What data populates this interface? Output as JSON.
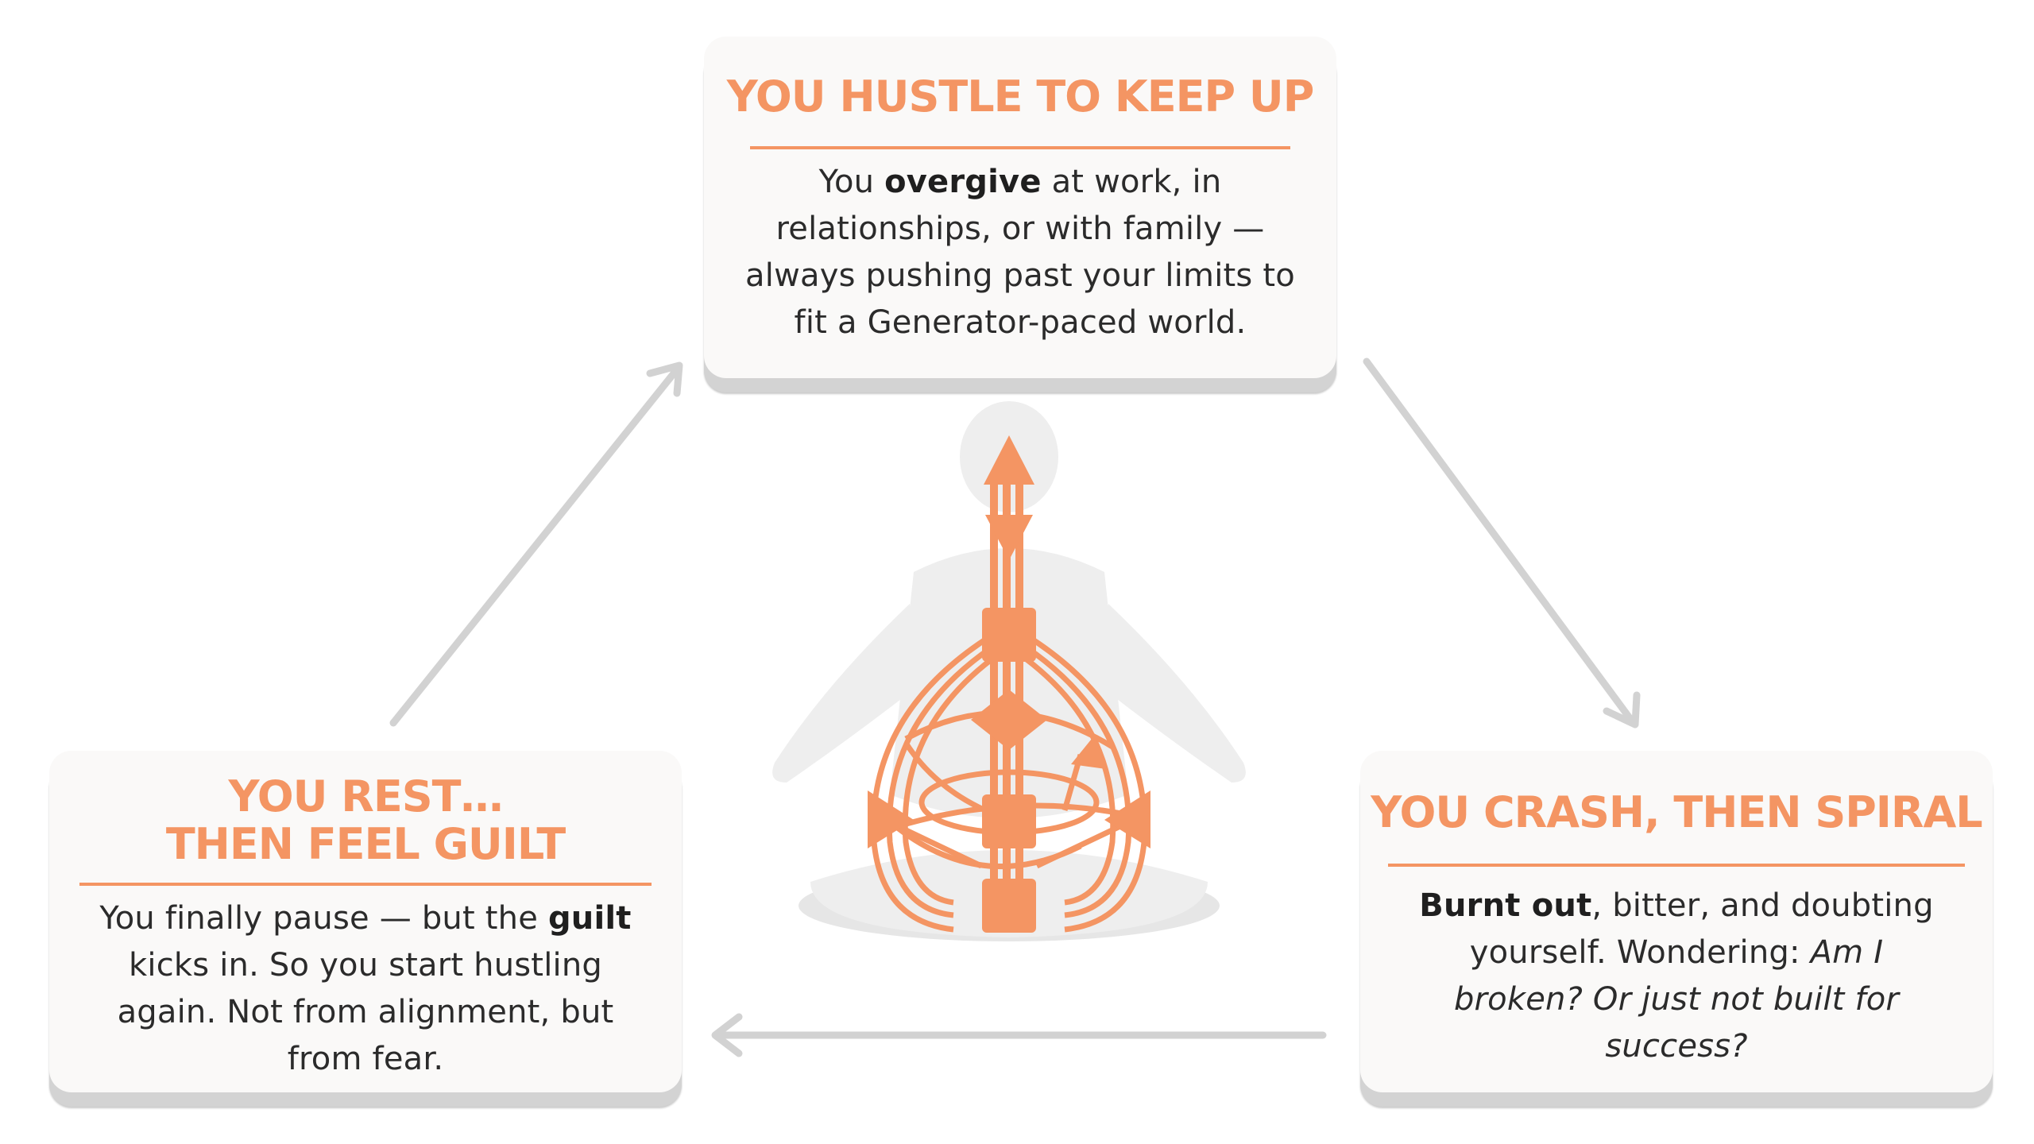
{
  "colors": {
    "accent": "#f49563",
    "card_bg": "#faf9f8",
    "arrow": "#d2d2d2",
    "text": "#2b2b2b",
    "silhouette": "#ededed"
  },
  "cards": {
    "top": {
      "title": "YOU HUSTLE TO KEEP UP",
      "body_pre": "You ",
      "body_bold": "overgive",
      "body_post": " at work, in relationships, or with family — always pushing past your limits to fit a Generator-paced world."
    },
    "left": {
      "title_line1": "YOU REST…",
      "title_line2": "THEN FEEL GUILT",
      "body_pre": "You finally pause — but the ",
      "body_bold": "guilt",
      "body_post": " kicks in. So you start hustling again. Not from alignment, but from fear."
    },
    "right": {
      "title": "YOU CRASH, THEN SPIRAL",
      "body_bold": "Burnt out",
      "body_mid": ", bitter, and doubting yourself. Wondering: ",
      "body_italic": "Am I broken? Or just not built for success?"
    }
  },
  "icons": {
    "center": "human-design-bodygraph-icon",
    "silhouette": "meditating-person-silhouette-icon"
  }
}
